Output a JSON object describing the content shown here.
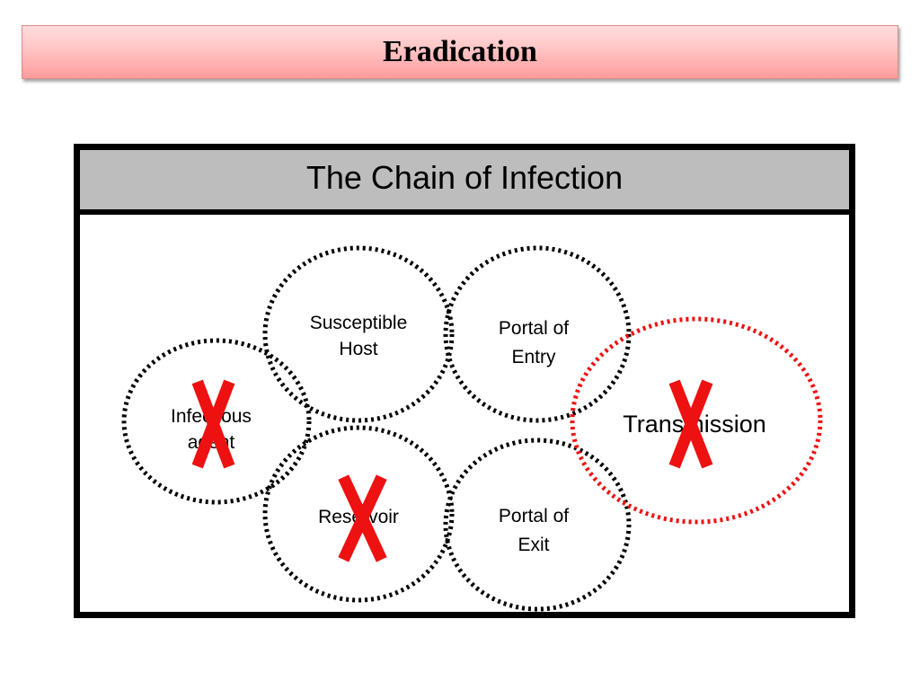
{
  "slide": {
    "title": "Eradication"
  },
  "diagram": {
    "heading": "The Chain of Infection",
    "nodes": [
      {
        "id": "infectious-agent",
        "lines": [
          "Infectious",
          "agent"
        ],
        "broken": true
      },
      {
        "id": "susceptible-host",
        "lines": [
          "Susceptible",
          "Host"
        ],
        "broken": false
      },
      {
        "id": "portal-of-entry",
        "lines": [
          "Portal of",
          "Entry"
        ],
        "broken": false
      },
      {
        "id": "transmission",
        "lines": [
          "Transmission"
        ],
        "broken": true
      },
      {
        "id": "reservoir",
        "lines": [
          "Reservoir"
        ],
        "broken": true
      },
      {
        "id": "portal-of-exit",
        "lines": [
          "Portal of",
          "Exit"
        ],
        "broken": false
      }
    ]
  },
  "colors": {
    "banner_top": "#ffdede",
    "banner_bottom": "#ff9c9c",
    "header_bg": "#bdbdbd",
    "circle_default": "#000000",
    "circle_highlight": "#ee1111",
    "break_mark": "#ee1111"
  }
}
